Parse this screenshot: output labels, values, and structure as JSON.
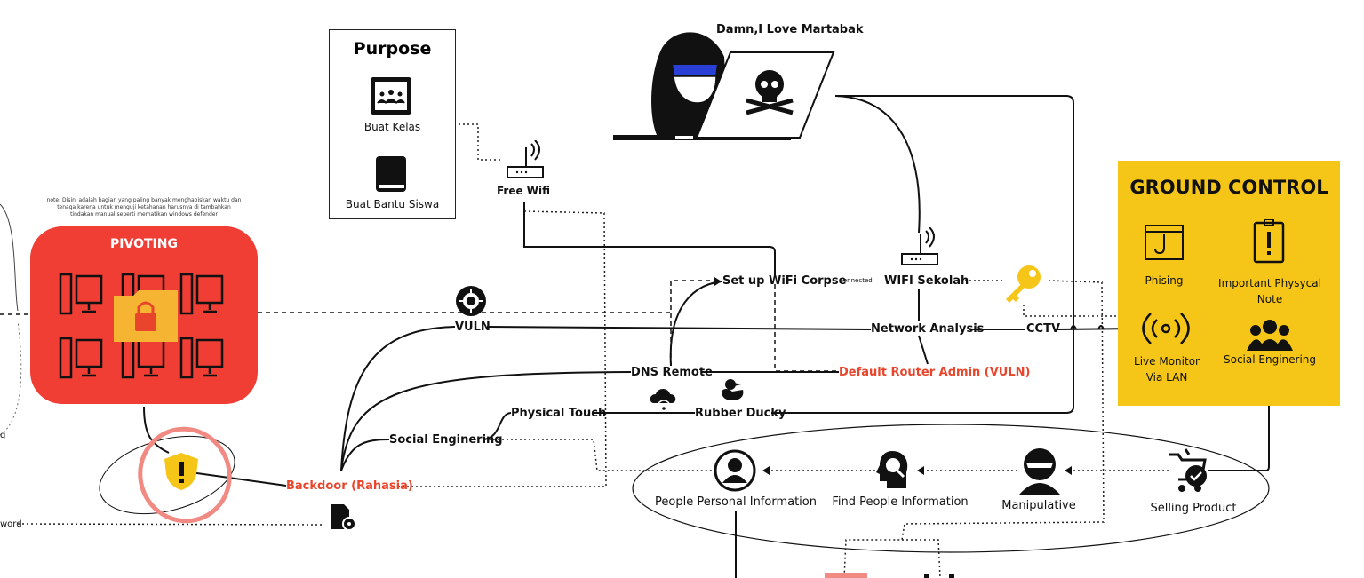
{
  "title": "Damn,I Love Martabak",
  "purpose": {
    "heading": "Purpose",
    "items": [
      "Buat Kelas",
      "Buat Bantu Siswa"
    ]
  },
  "pivoting": {
    "title": "PIVOTING",
    "note": "note: Disini adalah bagian yang paling banyak menghabiskan waktu dan tenaga karena untuk menguji ketahanan harusnya di tambahkan tindakan manual seperti mematikan windows defender"
  },
  "ground_control": {
    "title": "GROUND CONTROL",
    "items": [
      "Phising",
      "Important Physycal Note",
      "Live Monitor Via LAN",
      "Social Enginering"
    ]
  },
  "nodes": {
    "free_wifi": "Free Wifi",
    "setup_wifi": "Set up WiFi Corpse",
    "connected": "Connected",
    "wifi_sekolah": "WIFI Sekolah",
    "vuln": "VULN",
    "network_analysis": "Network Analysis",
    "cctv": "CCTV",
    "dns_remote": "DNS Remote",
    "default_router": "Default Router Admin (VULN)",
    "physical_touch": "Physical Touch",
    "rubber_ducky": "Rubber Ducky",
    "social_engineering": "Social Enginering",
    "backdoor": "Backdoor (Rahasia)",
    "people_personal": "People Personal Information",
    "find_people": "Find People Information",
    "manipulative": "Manipulative",
    "selling_product": "Selling Product",
    "left_g": "g",
    "left_word": "word"
  },
  "colors": {
    "accent_red": "#e8452c",
    "pivot_bg": "#f03e35",
    "ground_bg": "#f5c518",
    "key_gold": "#f5c518"
  },
  "icons": [
    "classroom-icon",
    "book-icon",
    "router-icon",
    "hacker-icon",
    "laptop-skull-icon",
    "key-icon",
    "virus-icon",
    "cloud-wifi-icon",
    "duck-icon",
    "shield-warning-icon",
    "file-gear-icon",
    "person-icon",
    "person-search-icon",
    "manipulator-icon",
    "cart-icon",
    "phishing-icon",
    "note-icon",
    "live-broadcast-icon",
    "group-icon",
    "computer-icon",
    "padlock-folder-icon"
  ]
}
